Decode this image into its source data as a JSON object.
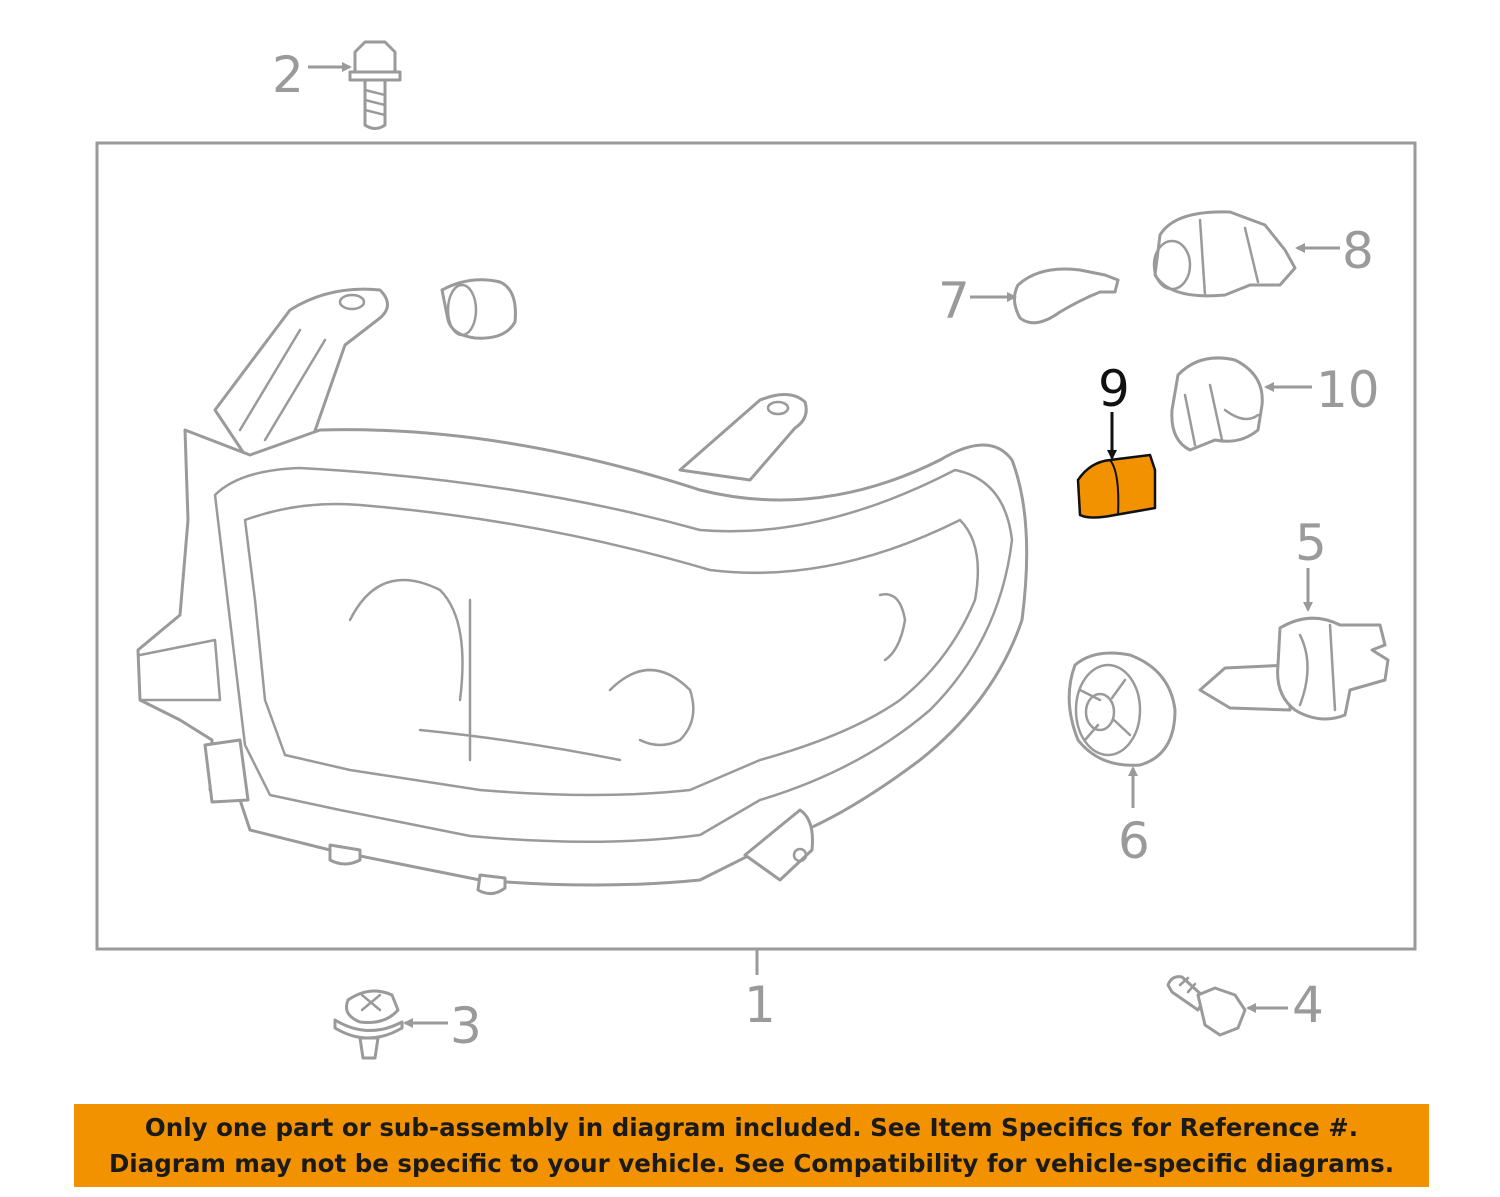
{
  "callouts": [
    {
      "id": "2",
      "label": "2",
      "highlighted": false
    },
    {
      "id": "8",
      "label": "8",
      "highlighted": false
    },
    {
      "id": "7",
      "label": "7",
      "highlighted": false
    },
    {
      "id": "9",
      "label": "9",
      "highlighted": true
    },
    {
      "id": "10",
      "label": "10",
      "highlighted": false
    },
    {
      "id": "5",
      "label": "5",
      "highlighted": false
    },
    {
      "id": "6",
      "label": "6",
      "highlighted": false
    },
    {
      "id": "1",
      "label": "1",
      "highlighted": false
    },
    {
      "id": "3",
      "label": "3",
      "highlighted": false
    },
    {
      "id": "4",
      "label": "4",
      "highlighted": false
    }
  ],
  "colors": {
    "highlight": "#f39200",
    "line": "#9a9a9a",
    "banner_bg": "#f39200",
    "banner_text": "#1a1a1a"
  },
  "banner": {
    "line1": "Only one part or sub-assembly in diagram included. See Item Specifics for Reference #.",
    "line2": "Diagram may not be specific to your vehicle. See Compatibility for vehicle-specific diagrams."
  }
}
